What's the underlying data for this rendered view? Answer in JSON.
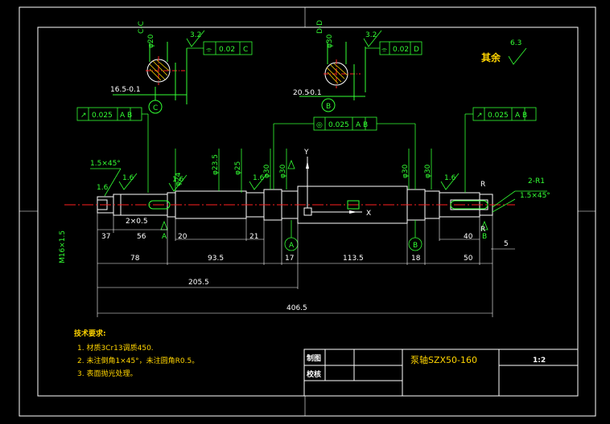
{
  "colors": {
    "background": "#000000",
    "part_outline": "#ffffff",
    "annotation": "#33ff33",
    "centerline": "#ff2020",
    "notes": "#ffd400",
    "frame": "#ffffff"
  },
  "title_block": {
    "title": "泵轴SZX50-160",
    "scale": "1:2",
    "drawn_label": "制图",
    "checked_label": "校核"
  },
  "surface_finish": {
    "other_label": "其余",
    "other_value": "6.3",
    "values": [
      "3.2",
      "3.2",
      "1.6",
      "1.6",
      "1.6",
      "1.6",
      "1.6"
    ]
  },
  "tolerance_frames": {
    "section_c": {
      "symbol": "⌯",
      "value": "0.02",
      "datum": "C"
    },
    "section_d": {
      "symbol": "⌯",
      "value": "0.02",
      "datum": "D"
    },
    "runout_left": {
      "symbol": "↗",
      "value": "0.025",
      "datum": "A B"
    },
    "runout_right": {
      "symbol": "↗",
      "value": "0.025",
      "datum": "A B"
    },
    "concentricity": {
      "symbol": "◎",
      "value": "0.025",
      "datum": "A B"
    }
  },
  "section_labels": {
    "c_top": "C-C",
    "c_width": "16.5",
    "c_width_tol": "-0.1",
    "c_dia": "φ20",
    "d_top": "D-D",
    "d_width": "20.5",
    "d_width_tol": "-0.1",
    "d_dia": "φ30",
    "c_mark": "C",
    "d_mark": "B"
  },
  "diameters": [
    "φ24",
    "φ23.5",
    "φ25",
    "φ30",
    "φ30",
    "φ30",
    "φ30"
  ],
  "datums": {
    "a": "A",
    "b": "B",
    "a2": "A",
    "b2": "B"
  },
  "axis_labels": {
    "y": "Y",
    "x": "X",
    "r": "R"
  },
  "chamfers": {
    "left": "1.5×45°",
    "right": "1.5×45°",
    "thread": "M16×1.5",
    "right_note": "2-R1",
    "groove": "2×0.5"
  },
  "dimensions": {
    "d37": "37",
    "d56": "56",
    "d20": "20",
    "d21": "21",
    "d17": "17",
    "d18": "18",
    "d40": "40",
    "d5": "5",
    "d78": "78",
    "d93": "93.5",
    "d113": "113.5",
    "d50": "50",
    "d205": "205.5",
    "d406": "406.5",
    "d_r": "R"
  },
  "notes": {
    "heading": "技术要求:",
    "line1": "1. 材质3Cr13调质450.",
    "line2": "2. 未注倒角1×45°，未注圆角R0.5。",
    "line3": "3. 表面抛光处理。"
  }
}
